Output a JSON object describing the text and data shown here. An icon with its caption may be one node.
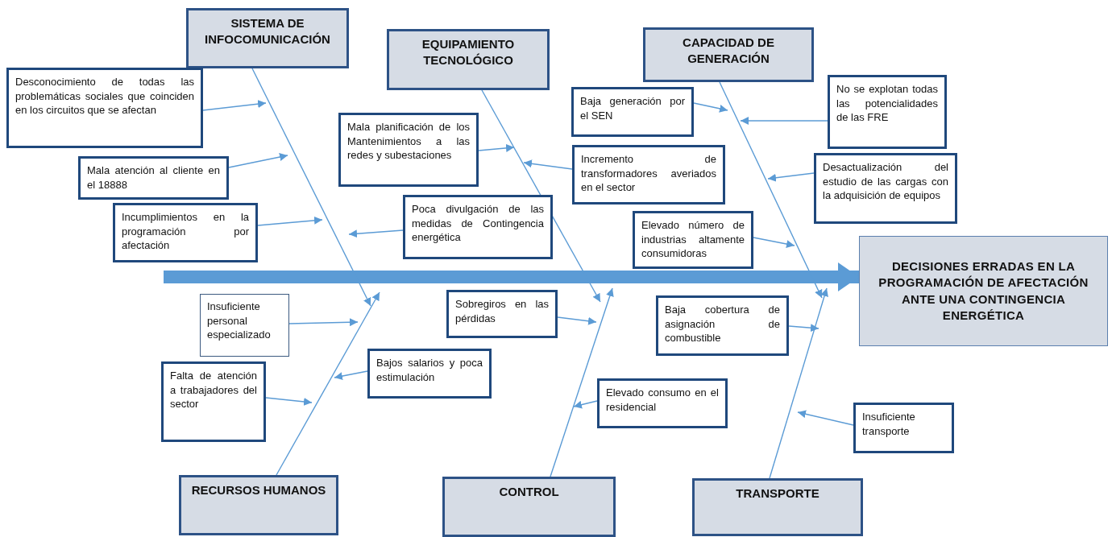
{
  "diagram": {
    "nodes": [
      {
        "text": [
          "SISTEMA DE INFOCOMUNICACIÓN"
        ]
      },
      {
        "text": [
          "EQUIPAMIENTO TECNOLÓGICO"
        ]
      },
      {
        "text": [
          "CAPACIDAD DE GENERACIÓN"
        ]
      },
      {
        "text": [
          "Desconocimiento de todas las problemáticas sociales que coinciden en los circuitos que se afectan"
        ]
      },
      {
        "text": [
          "No se explotan todas las potencialidades de las FRE"
        ]
      },
      {
        "text": [
          "Baja generación por el SEN"
        ]
      },
      {
        "text": [
          "Mala planificación de los Mantenimientos a las redes y subestaciones"
        ]
      },
      {
        "text": [
          "Incremento de transformadores averiados en el sector"
        ]
      },
      {
        "text": [
          "Mala atención al cliente en el 18888"
        ]
      },
      {
        "text": [
          "Desactualización del estudio de las cargas con la adquisición de equipos"
        ]
      },
      {
        "text": [
          "Incumplimientos en la programación por afectación"
        ]
      },
      {
        "text": [
          "Poca divulgación de las medidas de Contingencia energética"
        ]
      },
      {
        "text": [
          "Elevado número de industrias altamente consumidoras"
        ]
      },
      {
        "text": [
          "DECISIONES ERRADAS EN LA PROGRAMACIÓN DE AFECTACIÓN ANTE UNA CONTINGENCIA ENERGÉTICA"
        ]
      },
      {
        "text": [
          "Insuficiente personal especializado"
        ]
      },
      {
        "text": [
          "Sobregiros en las pérdidas"
        ]
      },
      {
        "text": [
          "Baja cobertura de asignación de combustible"
        ]
      },
      {
        "text": [
          "Bajos salarios y poca estimulación"
        ]
      },
      {
        "text": [
          "Falta de atención a trabajadores del sector"
        ]
      },
      {
        "text": [
          "Elevado consumo en el residencial"
        ]
      },
      {
        "text": [
          "Insuficiente transporte"
        ]
      },
      {
        "text": [
          "RECURSOS HUMANOS"
        ]
      },
      {
        "text": [
          "CONTROL"
        ]
      },
      {
        "text": [
          "TRANSPORTE"
        ]
      }
    ],
    "edges": [
      {
        "from": null,
        "to": 13,
        "arrow": "to",
        "style": "thick"
      },
      {
        "from": 0,
        "to": null,
        "arrow": "to"
      },
      {
        "from": 1,
        "to": null,
        "arrow": "to"
      },
      {
        "from": 2,
        "to": null,
        "arrow": "to"
      },
      {
        "from": 21,
        "to": null,
        "arrow": "to"
      },
      {
        "from": 22,
        "to": null,
        "arrow": "to"
      },
      {
        "from": 23,
        "to": null,
        "arrow": "to"
      },
      {
        "from": 3,
        "to": null,
        "arrow": "to"
      },
      {
        "from": 8,
        "to": null,
        "arrow": "to"
      },
      {
        "from": 10,
        "to": null,
        "arrow": "to"
      },
      {
        "from": 11,
        "to": null,
        "arrow": "to"
      },
      {
        "from": 6,
        "to": null,
        "arrow": "to"
      },
      {
        "from": 7,
        "to": null,
        "arrow": "to"
      },
      {
        "from": 5,
        "to": null,
        "arrow": "to"
      },
      {
        "from": 4,
        "to": null,
        "arrow": "to"
      },
      {
        "from": 9,
        "to": null,
        "arrow": "to"
      },
      {
        "from": 12,
        "to": null,
        "arrow": "to"
      },
      {
        "from": 14,
        "to": null,
        "arrow": "to"
      },
      {
        "from": 15,
        "to": null,
        "arrow": "to"
      },
      {
        "from": 16,
        "to": null,
        "arrow": "to"
      },
      {
        "from": 17,
        "to": null,
        "arrow": "to"
      },
      {
        "from": 18,
        "to": null,
        "arrow": "to"
      },
      {
        "from": 19,
        "to": null,
        "arrow": "to"
      },
      {
        "from": 20,
        "to": null,
        "arrow": "to"
      }
    ]
  }
}
